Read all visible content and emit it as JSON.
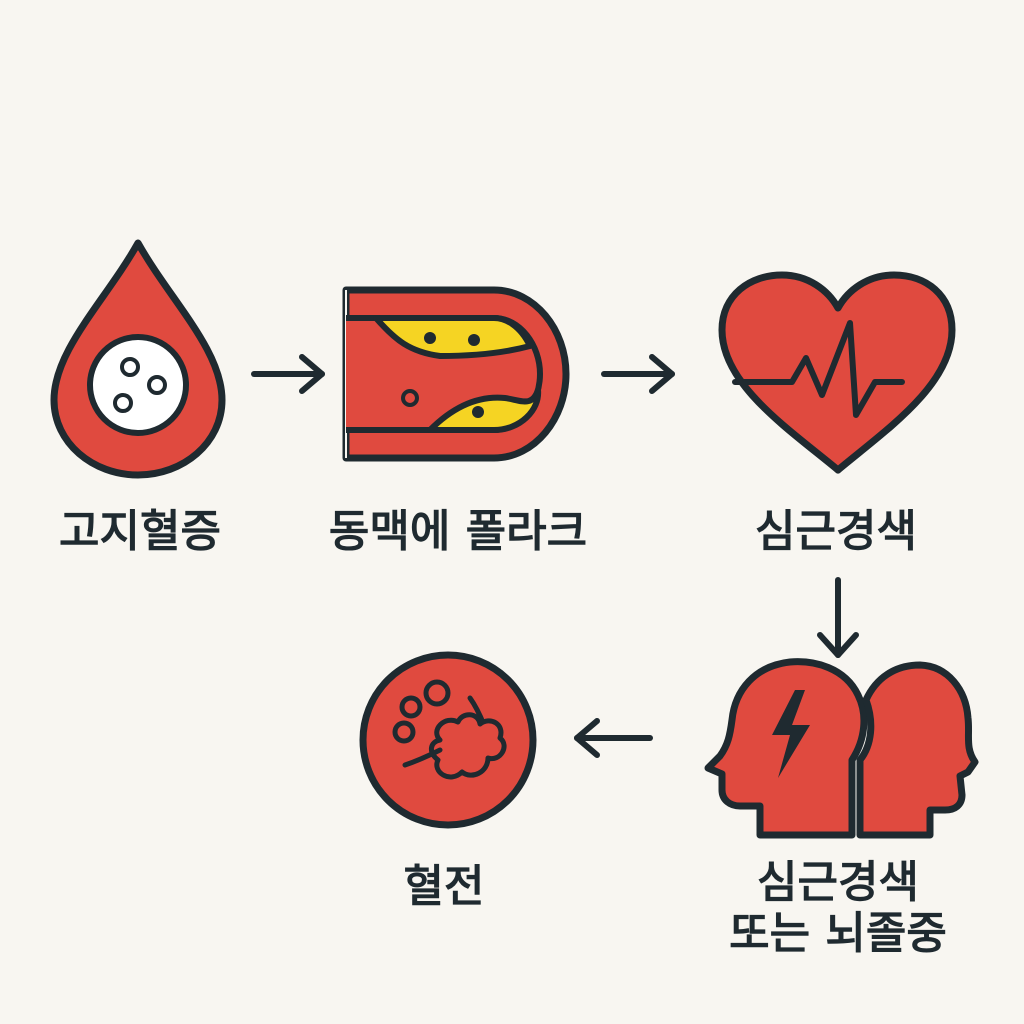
{
  "steps": {
    "step1": {
      "label": "고지혈증",
      "icon": "blood-drop-icon"
    },
    "step2": {
      "label": "동맥에 폴라크",
      "icon": "artery-plaque-icon"
    },
    "step3": {
      "label": "심근경색",
      "icon": "heart-ecg-icon"
    },
    "step4": {
      "label_line1": "심근경색",
      "label_line2": "또는 뇌졸중",
      "icon": "heads-lightning-icon"
    },
    "step5": {
      "label": "혈전",
      "icon": "blood-clot-icon"
    }
  },
  "colors": {
    "background": "#f8f6f1",
    "red": "#e04a3f",
    "outline": "#1f2a30",
    "yellow": "#f5d423",
    "white": "#ffffff"
  }
}
